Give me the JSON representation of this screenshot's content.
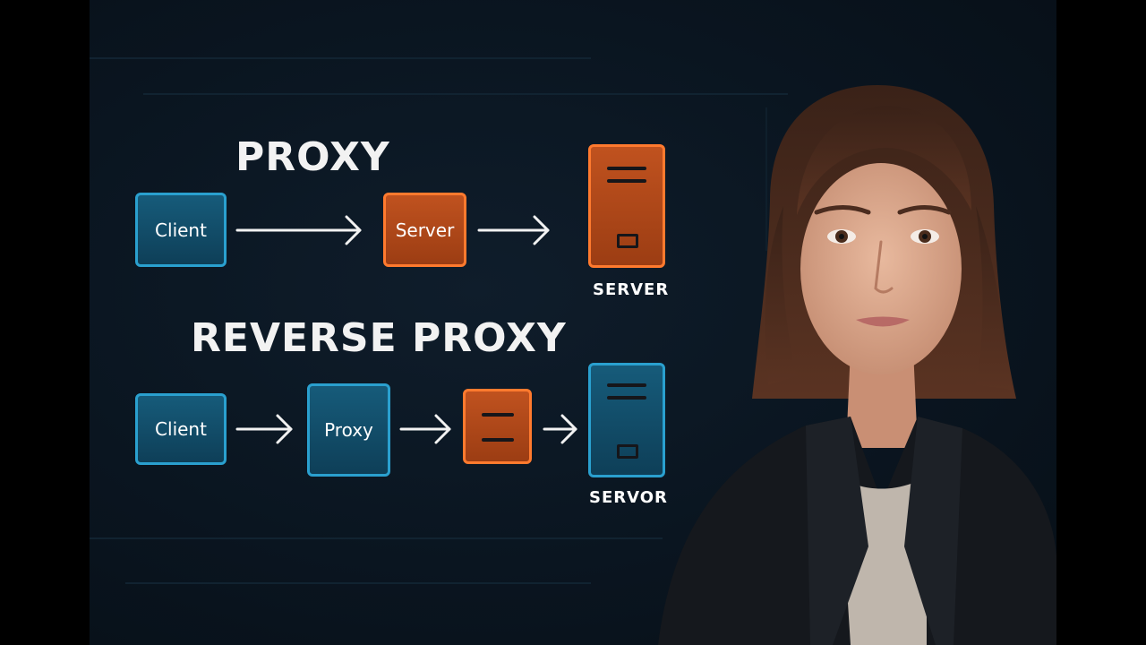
{
  "proxy_section": {
    "title": "PROXY",
    "client_label": "Client",
    "middle_label": "Server",
    "server_caption": "SERVER"
  },
  "reverse_section": {
    "title": "REVERSE PROXY",
    "client_label": "Client",
    "proxy_label": "Proxy",
    "server_caption": "SERVOR"
  },
  "colors": {
    "blue_accent": "#2aa0cf",
    "orange_accent": "#ff7a2e",
    "background": "#0a1520"
  },
  "presenter": {
    "icon": "presenter-photo"
  }
}
